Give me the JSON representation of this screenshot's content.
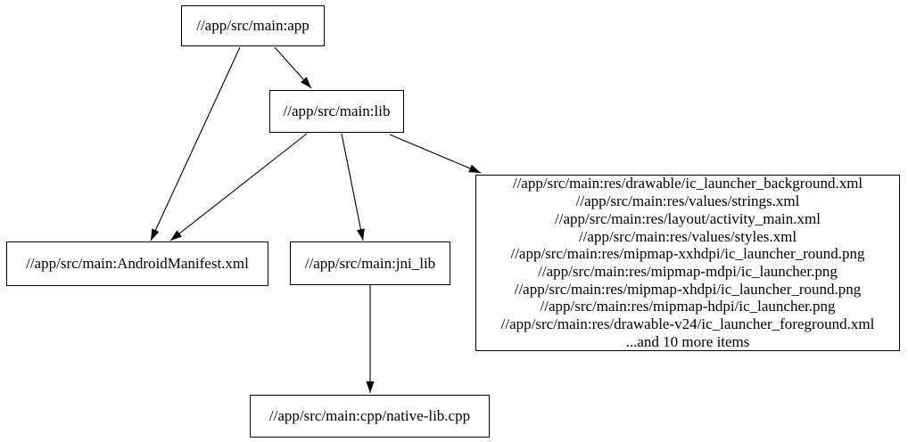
{
  "graph": {
    "type": "directed-dependency-graph",
    "colors": {
      "background": "#ffffff",
      "node_fill": "#ffffff",
      "node_border": "#000000",
      "edge": "#000000",
      "text": "#000000"
    },
    "nodes": {
      "app": {
        "label": "//app/src/main:app"
      },
      "lib": {
        "label": "//app/src/main:lib"
      },
      "manifest": {
        "label": "//app/src/main:AndroidManifest.xml"
      },
      "jni_lib": {
        "label": "//app/src/main:jni_lib"
      },
      "res_group": {
        "lines": [
          "//app/src/main:res/drawable/ic_launcher_background.xml",
          "//app/src/main:res/values/strings.xml",
          "//app/src/main:res/layout/activity_main.xml",
          "//app/src/main:res/values/styles.xml",
          "//app/src/main:res/mipmap-xxhdpi/ic_launcher_round.png",
          "//app/src/main:res/mipmap-mdpi/ic_launcher.png",
          "//app/src/main:res/mipmap-xhdpi/ic_launcher_round.png",
          "//app/src/main:res/mipmap-hdpi/ic_launcher.png",
          "//app/src/main:res/drawable-v24/ic_launcher_foreground.xml",
          "...and 10 more items"
        ]
      },
      "native_lib": {
        "label": "//app/src/main:cpp/native-lib.cpp"
      }
    },
    "edges": [
      {
        "from": "app",
        "to": "lib"
      },
      {
        "from": "app",
        "to": "manifest"
      },
      {
        "from": "lib",
        "to": "manifest"
      },
      {
        "from": "lib",
        "to": "jni_lib"
      },
      {
        "from": "lib",
        "to": "res_group"
      },
      {
        "from": "jni_lib",
        "to": "native_lib"
      }
    ]
  }
}
